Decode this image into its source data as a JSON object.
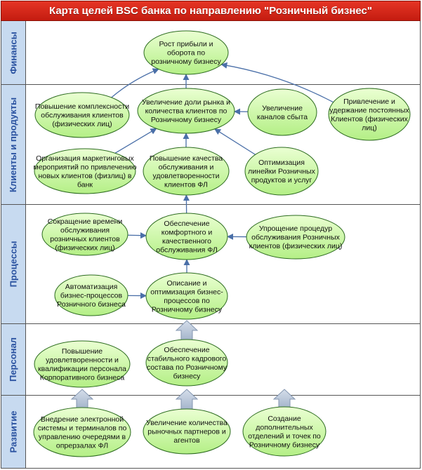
{
  "title": "Карта целей BSC банка по направлению \"Розничный бизнес\"",
  "lanes": [
    {
      "id": "fin",
      "label": "Финансы"
    },
    {
      "id": "cli",
      "label": "Клиенты и продукты"
    },
    {
      "id": "proc",
      "label": "Процессы"
    },
    {
      "id": "pers",
      "label": "Персонал"
    },
    {
      "id": "dev",
      "label": "Развитие"
    }
  ],
  "nodes": [
    {
      "id": "n1",
      "lines": [
        "Рост прибыли и",
        "оборота по",
        "розничному бизнесу"
      ]
    },
    {
      "id": "n2",
      "lines": [
        "Повышение комплексности",
        "обслуживания клиентов",
        "(физических лиц)"
      ]
    },
    {
      "id": "n3",
      "lines": [
        "Увеличение доли рынка и",
        "количества клиентов по",
        "Розничному бизнесу"
      ]
    },
    {
      "id": "n4",
      "lines": [
        "Увеличение",
        "каналов сбыта"
      ]
    },
    {
      "id": "n5",
      "lines": [
        "Привлечение и",
        "удержание постоянных",
        "Клиентов (физических",
        "лиц)"
      ]
    },
    {
      "id": "n6",
      "lines": [
        "Организация маркетинговых",
        "мероприятий по привлечению",
        "новых клиентов (физлиц) в",
        "банк"
      ]
    },
    {
      "id": "n7",
      "lines": [
        "Повышение качества",
        "обслуживания и",
        "удовлетворенности",
        "клиентов ФЛ"
      ]
    },
    {
      "id": "n8",
      "lines": [
        "Оптимизация",
        "линейки Розничных",
        "продуктов и услуг"
      ]
    },
    {
      "id": "n9",
      "lines": [
        "Сокращение времени",
        "обслуживания",
        "розничных клиентов",
        "(физических лиц)"
      ]
    },
    {
      "id": "n10",
      "lines": [
        "Обеспечение",
        "комфортного и",
        "качественного",
        "обслуживания ФЛ"
      ]
    },
    {
      "id": "n11",
      "lines": [
        "Упрощение процедур",
        "обслуживания Розничных",
        "клиентов (физических лиц)"
      ]
    },
    {
      "id": "n12",
      "lines": [
        "Автоматизация",
        "бизнес-процессов",
        "Розничного бизнеса"
      ]
    },
    {
      "id": "n13",
      "lines": [
        "Описание и",
        "оптимизация бизнес-",
        "процессов по",
        "Розничному бизнесу"
      ]
    },
    {
      "id": "n14",
      "lines": [
        "Повышение",
        "удовлетворенности и",
        "квалификации персонала",
        "Корпоративного бизнеса"
      ]
    },
    {
      "id": "n15",
      "lines": [
        "Обеспечение",
        "стабильного кадрового",
        "состава по Розничному",
        "бизнесу"
      ]
    },
    {
      "id": "n16",
      "lines": [
        "Внедрение электронной",
        "системы и терминалов по",
        "управлению очередями в",
        "опрерзалах ФЛ"
      ]
    },
    {
      "id": "n17",
      "lines": [
        "Увеличение количества",
        "рыночных партнеров и",
        "агентов"
      ]
    },
    {
      "id": "n18",
      "lines": [
        "Создание",
        "дополнительных",
        "отделений и точек по",
        "Розничному бизнесу"
      ]
    }
  ],
  "edges": [
    {
      "from": "n2",
      "to": "n1"
    },
    {
      "from": "n3",
      "to": "n1"
    },
    {
      "from": "n5",
      "to": "n1"
    },
    {
      "from": "n4",
      "to": "n3"
    },
    {
      "from": "n6",
      "to": "n3"
    },
    {
      "from": "n7",
      "to": "n3"
    },
    {
      "from": "n8",
      "to": "n3"
    },
    {
      "from": "n10",
      "to": "n7"
    },
    {
      "from": "n9",
      "to": "n10"
    },
    {
      "from": "n11",
      "to": "n10"
    },
    {
      "from": "n13",
      "to": "n10"
    },
    {
      "from": "n12",
      "to": "n13"
    }
  ],
  "block_arrows": [
    {
      "from": "n15",
      "to": "n13"
    },
    {
      "from": "n16",
      "to": "n14"
    },
    {
      "from": "n17",
      "to": "n15"
    },
    {
      "from": "n18",
      "to": "n15"
    }
  ],
  "colors": {
    "title_bg": "#d42a1c",
    "lane_label_bg": "#c7daf0",
    "lane_label_text": "#2a52a0",
    "node_fill": "#c9f7a3",
    "node_stroke": "#2c6b1f",
    "arrow": "#4a6fa8",
    "block_arrow": "#a9b9cf"
  }
}
